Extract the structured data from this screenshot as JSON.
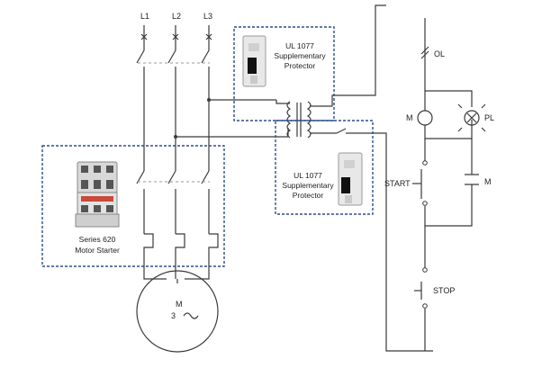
{
  "phases": [
    "L1",
    "L2",
    "L3"
  ],
  "protector_top": {
    "line1": "UL 1077",
    "line2": "Supplementary",
    "line3": "Protector"
  },
  "protector_mid": {
    "line1": "UL 1077",
    "line2": "Supplementary",
    "line3": "Protector"
  },
  "starter": {
    "line1": "Series 620",
    "line2": "Motor Starter"
  },
  "motor": {
    "label": "M",
    "phase": "3"
  },
  "control": {
    "overload": "OL",
    "coil": "M",
    "pilot_light": "PL",
    "start": "START",
    "aux_contact": "M",
    "stop": "STOP"
  },
  "colors": {
    "box_border": "#2b4d8c",
    "wire": "#3a3a3a"
  },
  "icons": [
    "breaker-photo",
    "contactor-photo",
    "transformer",
    "motor",
    "lamp"
  ]
}
